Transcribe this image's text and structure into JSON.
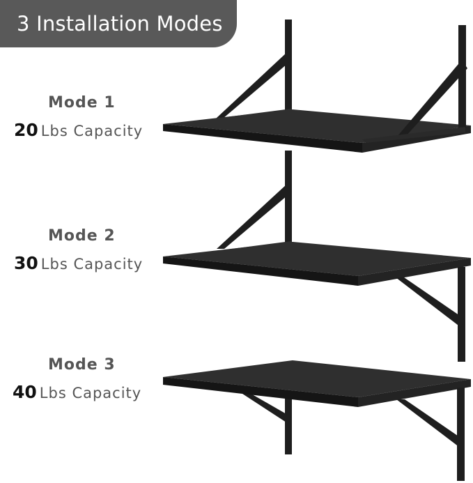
{
  "header": {
    "title": "3 Installation Modes"
  },
  "modes": [
    {
      "label": "Mode 1",
      "capacity_value": "20",
      "capacity_unit": "Lbs Capacity"
    },
    {
      "label": "Mode 2",
      "capacity_value": "30",
      "capacity_unit": "Lbs Capacity"
    },
    {
      "label": "Mode 3",
      "capacity_value": "40",
      "capacity_unit": "Lbs Capacity"
    }
  ],
  "colors": {
    "header_bg": "#595959",
    "shelf": "#2b2b2b",
    "bracket": "#1e1e1e"
  }
}
